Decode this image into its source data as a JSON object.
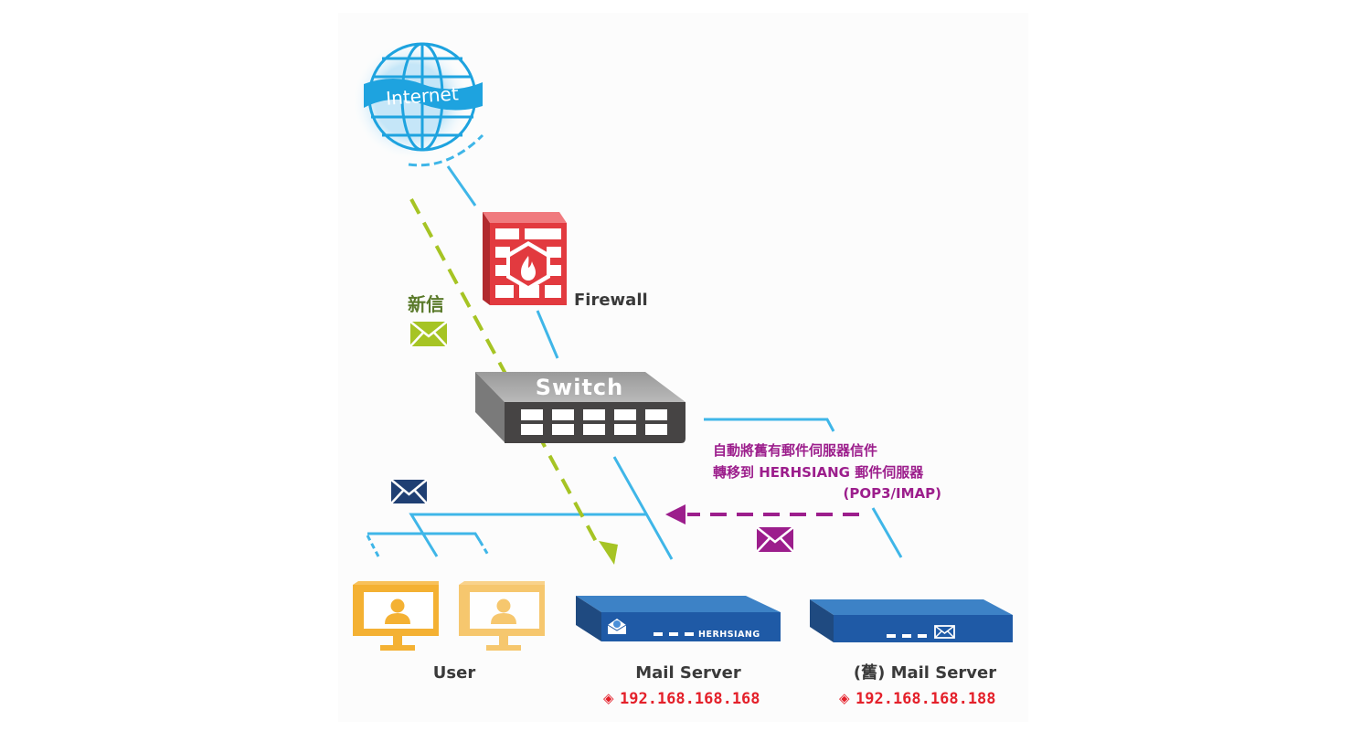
{
  "diagram": {
    "nodes": {
      "internet": {
        "label": "Internet"
      },
      "firewall": {
        "label": "Firewall"
      },
      "switch": {
        "label": "Switch"
      },
      "user": {
        "label": "User"
      },
      "mail_server": {
        "label": "Mail Server",
        "brand": "HERHSIANG",
        "ip": "192.168.168.168"
      },
      "old_mail_server": {
        "label": "(舊) Mail Server",
        "ip": "192.168.168.188"
      }
    },
    "annotations": {
      "new_mail": "新信",
      "migration_line1": "自動將舊有郵件伺服器信件",
      "migration_line2": "轉移到 HERHSIANG 郵件伺服器",
      "migration_line3": "(POP3/IMAP)"
    },
    "ip_marker": "◈",
    "colors": {
      "network_line": "#3fb6e8",
      "new_mail_flow": "#a6c424",
      "migration_flow": "#9c1e8c",
      "firewall": "#e23a3f",
      "switch": "#4a4a4a",
      "user_monitor": "#f4b133",
      "server": "#1f5aa6",
      "ip_text": "#e4202a",
      "user_mail_icon": "#1f3f73"
    }
  }
}
